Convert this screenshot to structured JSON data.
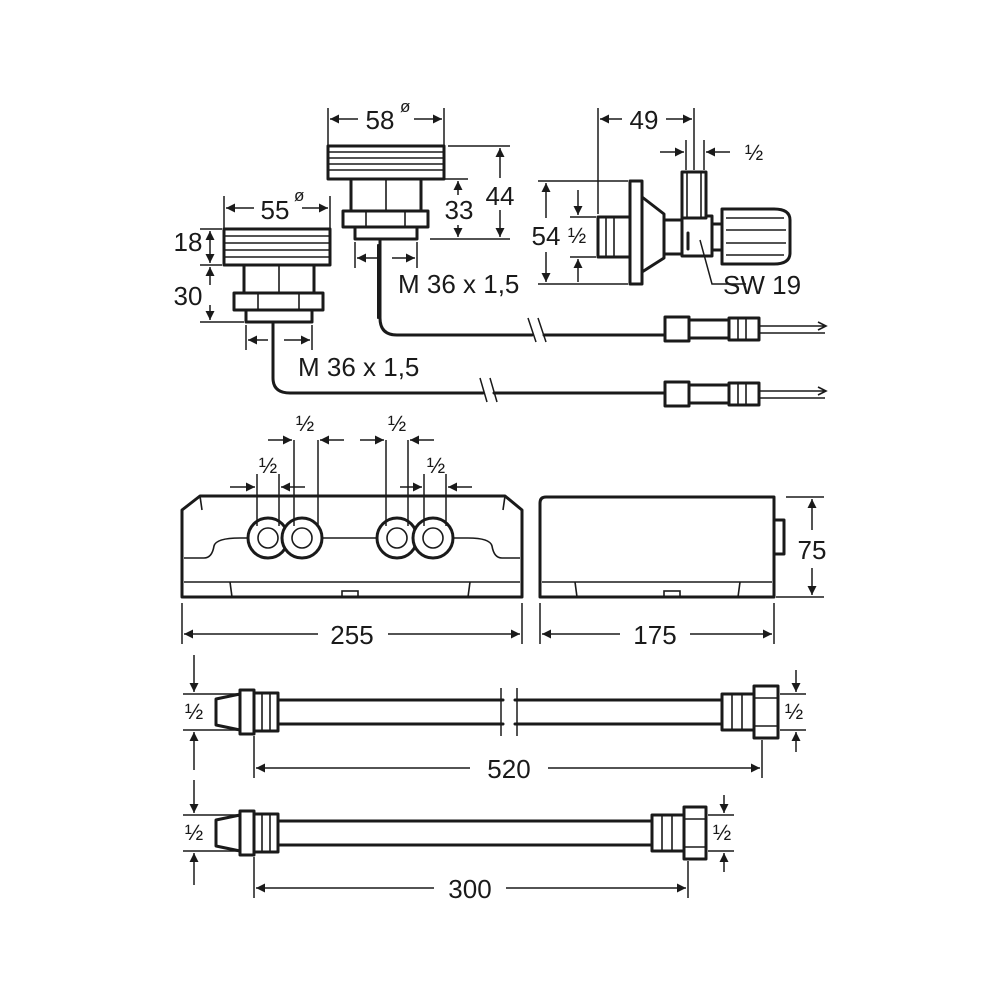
{
  "dimensions": {
    "d58": "58",
    "d58_sym": "ø",
    "d49": "49",
    "d_half_top": "½",
    "d55": "55",
    "d55_sym": "ø",
    "d44": "44",
    "d33": "33",
    "d54": "54",
    "d_half_valve": "½",
    "d18": "18",
    "sw19": "SW 19",
    "d30": "30",
    "thread_upper": "M 36 x 1,5",
    "thread_lower": "M 36 x 1,5",
    "h_half_1": "½",
    "h_half_2": "½",
    "h_half_3": "½",
    "h_half_4": "½",
    "d75": "75",
    "d255": "255",
    "d175": "175",
    "hose1_left": "½",
    "hose1_right": "½",
    "d520": "520",
    "hose2_left": "½",
    "hose2_right": "½",
    "d300": "300"
  }
}
